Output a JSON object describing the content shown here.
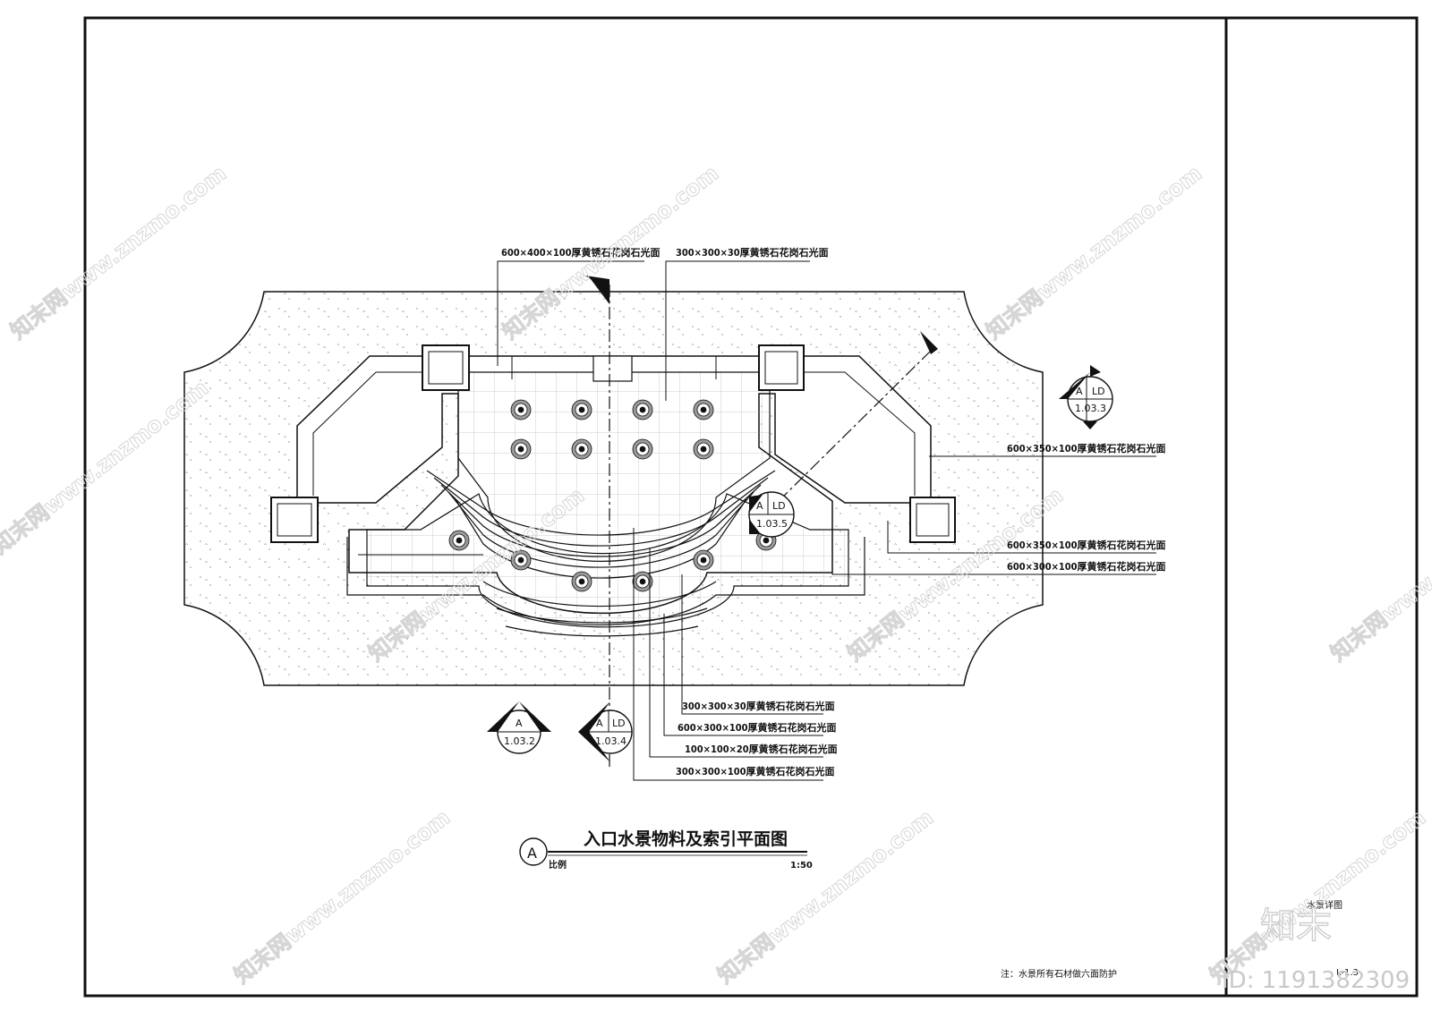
{
  "drawing": {
    "title": "入口水景物料及索引平面图",
    "title_symbol": "A",
    "scale_label": "比例",
    "scale_value": "1:50",
    "note": "注：水景所有石材做六面防护",
    "side_title": "水景详图",
    "sheet_no": "L-1.3"
  },
  "labels": [
    {
      "id": "top-left",
      "text": "600×400×100厚黄锈石花岗石光面"
    },
    {
      "id": "top-center",
      "text": "300×300×30厚黄锈石花岗石光面"
    },
    {
      "id": "right-1",
      "text": "600×350×100厚黄锈石花岗石光面"
    },
    {
      "id": "right-2",
      "text": "600×350×100厚黄锈石花岗石光面"
    },
    {
      "id": "right-3",
      "text": "600×300×100厚黄锈石花岗石光面"
    },
    {
      "id": "bottom-1",
      "text": "300×300×30厚黄锈石花岗石光面"
    },
    {
      "id": "bottom-2",
      "text": "600×300×100厚黄锈石花岗石光面"
    },
    {
      "id": "bottom-3",
      "text": "100×100×20厚黄锈石花岗石光面"
    },
    {
      "id": "bottom-4",
      "text": "300×300×100厚黄锈石花岗石光面"
    }
  ],
  "section_refs": [
    {
      "id": "ref-1033",
      "top_left": "A",
      "top_right": "LD",
      "number": "1.03.3"
    },
    {
      "id": "ref-1035",
      "top_left": "A",
      "top_right": "LD",
      "number": "1.03.5"
    },
    {
      "id": "ref-1032",
      "top_left": "A",
      "top_right": "",
      "number": "1.03.2"
    },
    {
      "id": "ref-1034",
      "top_left": "A",
      "top_right": "LD",
      "number": "1.03.4"
    }
  ],
  "watermark": {
    "text": "知末网www.znzmo.com",
    "brand": "知末",
    "id_text": "ID: 1191382309"
  },
  "colors": {
    "line": "#111111",
    "background": "#ffffff",
    "watermark": "#d6d6d6"
  }
}
